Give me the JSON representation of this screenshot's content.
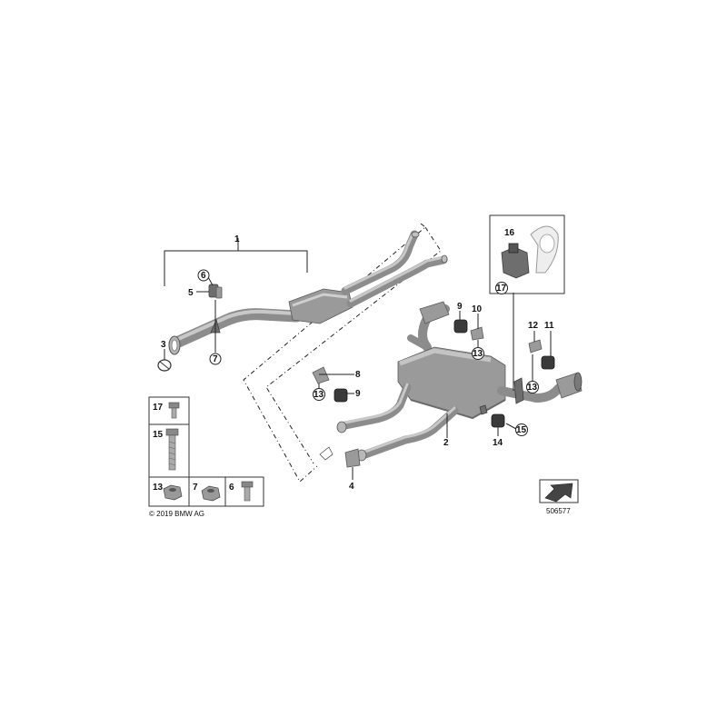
{
  "copyright": "© 2019 BMW AG",
  "diagram_id": "506577",
  "part_labels": {
    "p1": "1",
    "p2": "2",
    "p3": "3",
    "p4": "4",
    "p5": "5",
    "p6": "6",
    "p7": "7",
    "p8": "8",
    "p9a": "9",
    "p9b": "9",
    "p10": "10",
    "p11": "11",
    "p12": "12",
    "p13a": "13",
    "p13b": "13",
    "p13c": "13",
    "p14": "14",
    "p15": "15",
    "p16": "16",
    "p17": "17"
  },
  "fastener_legend": {
    "l17": "17",
    "l15": "15",
    "l13": "13",
    "l7": "7",
    "l6": "6"
  }
}
